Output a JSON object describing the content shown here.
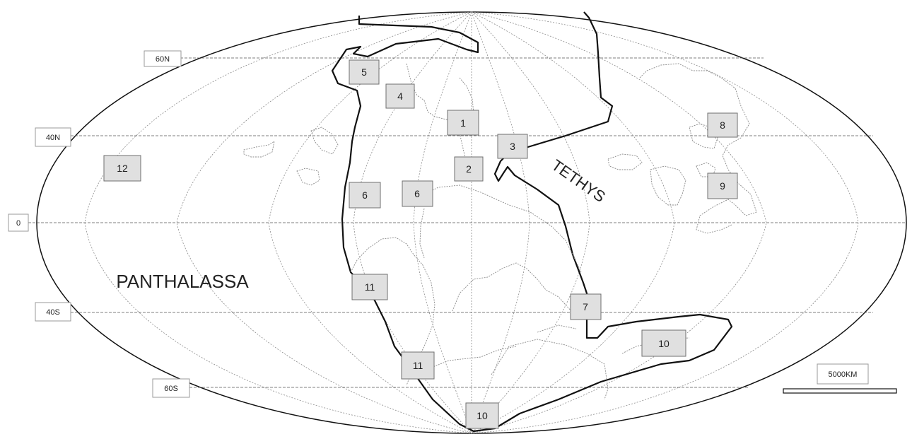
{
  "latitude_labels": {
    "lat_60n": "60N",
    "lat_40n": "40N",
    "equator": "0",
    "lat_40s": "40S",
    "lat_60s": "60S"
  },
  "oceans": {
    "panthalassa": "PANTHALASSA",
    "tethys": "TETHYS"
  },
  "region_markers": {
    "m1": "1",
    "m2": "2",
    "m3": "3",
    "m4": "4",
    "m5": "5",
    "m6a": "6",
    "m6b": "6",
    "m7": "7",
    "m8": "8",
    "m9": "9",
    "m10a": "10",
    "m10b": "10",
    "m11a": "11",
    "m11b": "11",
    "m12": "12"
  },
  "scale_bar": {
    "label": "5000KM"
  }
}
